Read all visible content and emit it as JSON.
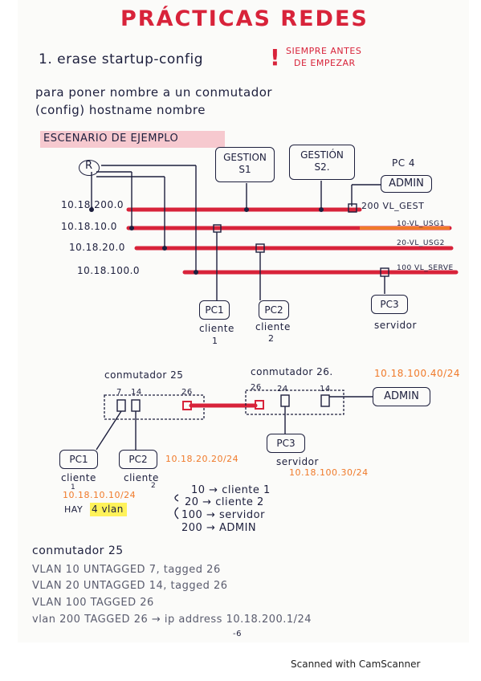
{
  "title": "PRÁCTICAS REDES",
  "step1": {
    "label": "1. erase startup-config",
    "warning_mark": "!",
    "warning_line1": "SIEMPRE ANTES",
    "warning_line2": "DE EMPEZAR"
  },
  "hostname_note": {
    "line1": "para poner nombre a un conmutador",
    "line2": "(config) hostname nombre"
  },
  "scenario_label": "ESCENARIO DE EJEMPLO",
  "diagram1": {
    "router": "R",
    "gestion_s1": [
      "GESTION",
      "S1"
    ],
    "gestion_s2": [
      "GESTIÓN",
      "S2."
    ],
    "pc4_label": "PC 4",
    "admin_box": "ADMIN",
    "networks": [
      "10.18.200.0",
      "10.18.10.0",
      "10.18.20.0",
      "10.18.100.0"
    ],
    "vlan_labels": [
      "200 VL_GEST",
      "10-VL_USG1",
      "20-VL_USG2",
      "100 VL_SERVE"
    ],
    "pc1": {
      "box": "PC1",
      "label": [
        "cliente",
        "1"
      ]
    },
    "pc2": {
      "box": "PC2",
      "label": [
        "cliente",
        "2"
      ]
    },
    "pc3": {
      "box": "PC3",
      "label": "servidor"
    }
  },
  "diagram2": {
    "switch25_label": "conmutador 25",
    "switch26_label": "conmutador 26.",
    "admin_ip": "10.18.100.40/24",
    "admin_box": "ADMIN",
    "sw25_ports": [
      "7",
      "14",
      "26"
    ],
    "sw26_ports": [
      "26",
      "24",
      "14"
    ],
    "pc1": {
      "box": "PC1",
      "label": "cliente",
      "ip": "10.18.10.10/24",
      "num": "1"
    },
    "pc2": {
      "box": "PC2",
      "label": "cliente",
      "ip": "10.18.20.20/24",
      "num": "2"
    },
    "pc3": {
      "box": "PC3",
      "label": "servidor",
      "ip": "10.18.100.30/24"
    }
  },
  "vlan_summary": {
    "hay": "HAY",
    "highlight": "4 vlan",
    "mappings": [
      "10 → cliente 1",
      "20 → cliente 2",
      "100 → servidor",
      "200 → ADMIN"
    ]
  },
  "switch25_config": {
    "heading": "conmutador 25",
    "lines": [
      "VLAN 10 UNTAGGED 7, tagged 26",
      "VLAN 20 UNTAGGED 14, tagged 26",
      "VLAN 100 TAGGED 26",
      "vlan 200 TAGGED 26 → ip address 10.18.200.1/24"
    ]
  },
  "page_mark": "-6",
  "footer": "Scanned with CamScanner",
  "colors": {
    "ink": "#1d1f3d",
    "red": "#d8233a",
    "orange": "#f07a2a",
    "pink_highlight": "#f6c9cf",
    "yellow_highlight": "#fff25a"
  }
}
